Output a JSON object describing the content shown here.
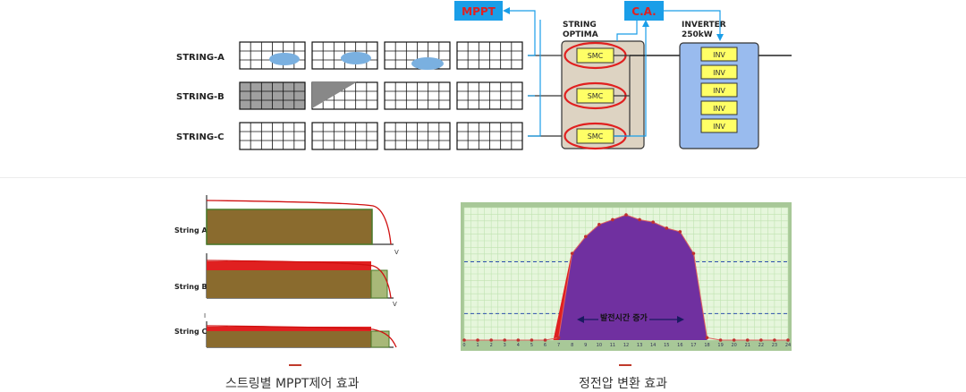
{
  "diagram": {
    "strings": [
      {
        "label": "STRING-A"
      },
      {
        "label": "STRING-B"
      },
      {
        "label": "STRING-C"
      }
    ],
    "mppt_label": "MPPT",
    "ca_label": "C.A.",
    "optima_label_1": "STRING",
    "optima_label_2": "OPTIMA",
    "smc_label": "SMC",
    "inverter_label_1": "INVERTER",
    "inverter_label_2": "250kW",
    "inv_label": "INV",
    "inv_count": 5,
    "colors": {
      "accent_blue": "#1a9ee8",
      "smc_yellow": "#ffff66",
      "inverter_fill": "#99bbee",
      "optima_fill": "#ddd3c2",
      "highlight_red": "#e02020"
    }
  },
  "iv_curves": {
    "panels": [
      {
        "label": "String A"
      },
      {
        "label": "String B"
      },
      {
        "label": "String C"
      }
    ],
    "axis_v": "V",
    "axis_i": "I"
  },
  "voltage_chart": {
    "annotation": "발전시간 증가",
    "x_ticks": [
      "0",
      "1",
      "2",
      "3",
      "4",
      "5",
      "6",
      "7",
      "8",
      "9",
      "10",
      "11",
      "12",
      "13",
      "14",
      "15",
      "16",
      "17",
      "18",
      "19",
      "20",
      "21",
      "22",
      "23",
      "24"
    ]
  },
  "chart_data": {
    "type": "area",
    "x": [
      0,
      1,
      2,
      3,
      4,
      5,
      6,
      7,
      8,
      9,
      10,
      11,
      12,
      13,
      14,
      15,
      16,
      17,
      18,
      19,
      20,
      21,
      22,
      23,
      24
    ],
    "values": [
      0,
      0,
      0,
      0,
      0,
      0,
      0,
      0.02,
      0.72,
      0.86,
      0.96,
      1.0,
      1.04,
      1.0,
      0.98,
      0.93,
      0.9,
      0.72,
      0.02,
      0,
      0,
      0,
      0,
      0,
      0
    ],
    "ylim": [
      0,
      1.1
    ],
    "grid": true,
    "dashed_reference_lines": [
      0.65,
      0.22
    ]
  },
  "captions": {
    "left": "스트링별 MPPT제어 효과",
    "right": "정전압 변환 효과"
  }
}
